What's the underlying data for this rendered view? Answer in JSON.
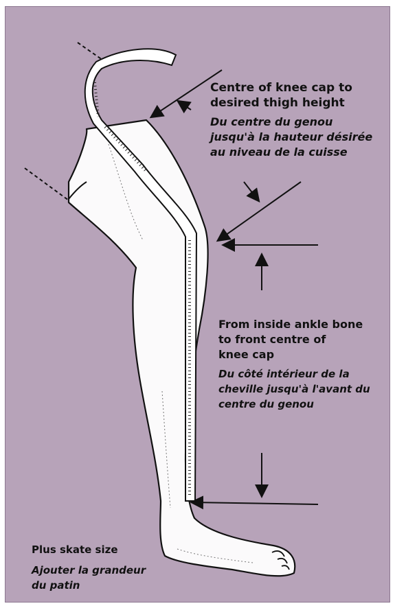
{
  "measurements": [
    {
      "id": "thigh",
      "en_lines": [
        "Centre of knee cap to",
        "desired thigh height"
      ],
      "fr_lines": [
        "Du centre du genou",
        "jusqu'à la hauteur désirée",
        "au niveau de la cuisse"
      ]
    },
    {
      "id": "ankle",
      "en_lines": [
        "From inside ankle bone",
        "to front centre of",
        "knee cap"
      ],
      "fr_lines": [
        "Du côté intérieur de la",
        "cheville jusqu'à l'avant du",
        "centre du genou"
      ]
    },
    {
      "id": "skate",
      "en_lines": [
        "Plus skate size"
      ],
      "fr_lines": [
        "Ajouter la grandeur",
        "du patin"
      ]
    }
  ],
  "colors": {
    "background": "#b7a3b9",
    "leg_fill": "#fbfafb",
    "ink": "#111111"
  }
}
